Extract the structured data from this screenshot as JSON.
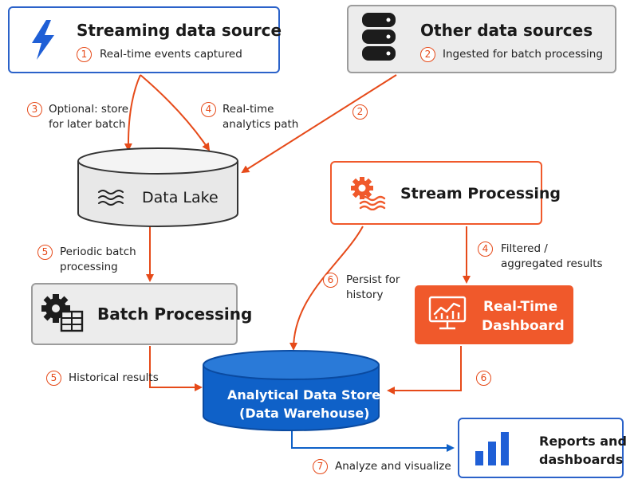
{
  "colors": {
    "accent": "#f0592b",
    "blue": "#2b62c9",
    "gray": "#ececec",
    "navy_db": "#0f61c8"
  },
  "nodes": {
    "streaming": {
      "title": "Streaming data source",
      "badge": "1",
      "note": "Real-time events captured",
      "icon": "lightning-icon"
    },
    "other": {
      "title": "Other data sources",
      "badge": "2",
      "note": "Ingested for batch processing",
      "icon": "database-stack-icon"
    },
    "data_lake": {
      "title": "Data Lake",
      "icon": "waves-icon"
    },
    "stream_processing": {
      "title": "Stream Processing",
      "icon": "gear-waves-icon"
    },
    "batch_processing": {
      "title": "Batch Processing",
      "icon": "gear-table-icon"
    },
    "realtime_dashboard": {
      "title_line1": "Real-Time",
      "title_line2": "Dashboard",
      "icon": "monitor-chart-icon"
    },
    "warehouse": {
      "title_line1": "Analytical Data Store",
      "title_line2": "(Data Warehouse)"
    },
    "reports": {
      "title_line1": "Reports and",
      "title_line2": "dashboards",
      "icon": "bar-chart-icon"
    }
  },
  "edges": {
    "e3": {
      "badge": "3",
      "line1": "Optional: store",
      "line2": "for later batch"
    },
    "e4a": {
      "badge": "4",
      "line1": "Real-time",
      "line2": "analytics path"
    },
    "e2": {
      "badge": "2"
    },
    "e5a": {
      "badge": "5",
      "line1": "Periodic batch",
      "line2": "processing"
    },
    "e4b": {
      "badge": "4",
      "line1": "Filtered /",
      "line2": "aggregated results"
    },
    "e6a": {
      "badge": "6",
      "line1": "Persist for",
      "line2": "history"
    },
    "e5b": {
      "badge": "5",
      "line1": "Historical results"
    },
    "e6b": {
      "badge": "6"
    },
    "e7": {
      "badge": "7",
      "line1": "Analyze and visualize"
    }
  }
}
